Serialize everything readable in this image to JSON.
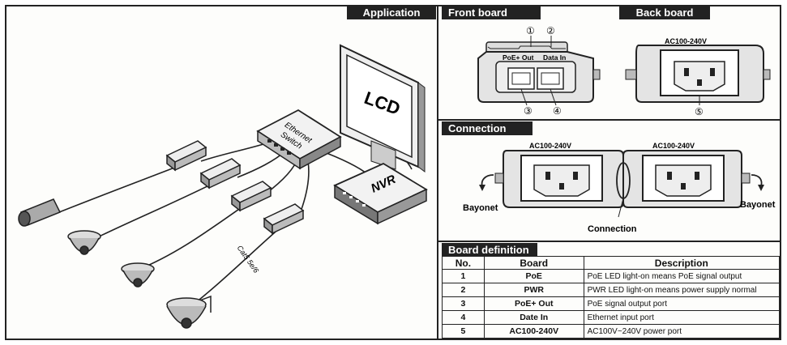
{
  "sections": {
    "application": "Application",
    "front_board": "Front board",
    "back_board": "Back board",
    "connection": "Connection",
    "board_definition": "Board definition"
  },
  "application": {
    "lcd_label": "LCD",
    "switch_label_line1": "Ethernet",
    "switch_label_line2": "Switch",
    "nvr_label": "NVR",
    "cable_label": "Cat5 5e/6"
  },
  "front_board": {
    "port_label_out": "PoE+ Out",
    "port_label_in": "Data In",
    "callouts": [
      "①",
      "②",
      "③",
      "④"
    ]
  },
  "back_board": {
    "power_label": "AC100-240V",
    "callout": "⑤"
  },
  "connection": {
    "power_label_left": "AC100-240V",
    "power_label_right": "AC100-240V",
    "bayonet_left": "Bayonet",
    "bayonet_right": "Bayonet",
    "connection_label": "Connection"
  },
  "board_table": {
    "headers": [
      "No.",
      "Board",
      "Description"
    ],
    "rows": [
      {
        "no": "1",
        "board": "PoE",
        "desc": "PoE LED light-on means PoE signal output"
      },
      {
        "no": "2",
        "board": "PWR",
        "desc": "PWR LED light-on means power supply normal"
      },
      {
        "no": "3",
        "board": "PoE+ Out",
        "desc": "PoE signal output port"
      },
      {
        "no": "4",
        "board": "Date In",
        "desc": "Ethernet input port"
      },
      {
        "no": "5",
        "board": "AC100-240V",
        "desc": "AC100V~240V power port"
      }
    ]
  }
}
